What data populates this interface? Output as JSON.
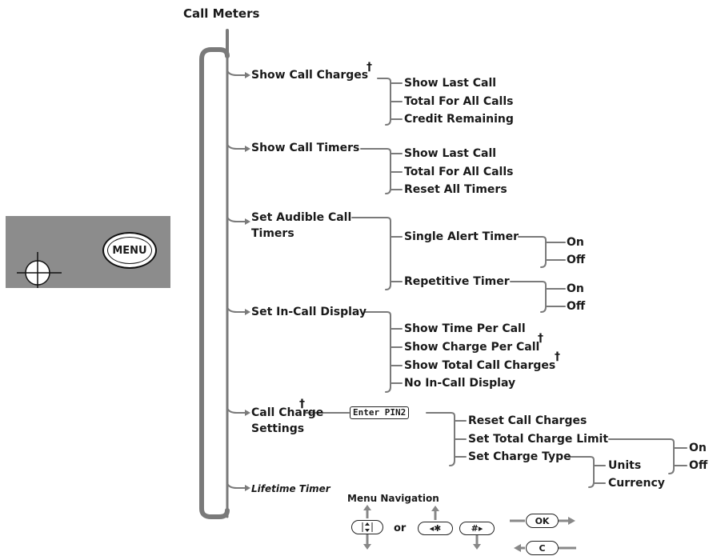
{
  "title": "Call Meters",
  "dagger": "†",
  "menu_button": "MENU",
  "level1": {
    "show_call_charges": "Show Call Charges",
    "show_call_timers": "Show Call Timers",
    "set_audible_1": "Set Audible Call",
    "set_audible_2": "Timers",
    "set_incall_display": "Set In-Call Display",
    "call_charge_1": "Call Charge",
    "call_charge_2": "Settings",
    "lifetime_timer": "Lifetime Timer"
  },
  "charges_sub": [
    "Show Last Call",
    "Total For All Calls",
    "Credit Remaining"
  ],
  "timers_sub": [
    "Show Last Call",
    "Total For All Calls",
    "Reset All Timers"
  ],
  "audible_sub": [
    "Single Alert Timer",
    "Repetitive Timer"
  ],
  "on_off": [
    "On",
    "Off"
  ],
  "incall_sub": [
    "Show Time Per Call",
    "Show Charge Per Call",
    "Show Total Call Charges",
    "No In-Call Display"
  ],
  "enter_pin": "Enter PIN2",
  "settings_sub": [
    "Reset Call Charges",
    "Set Total Charge Limit",
    "Set Charge Type"
  ],
  "charge_type_sub": [
    "Units",
    "Currency"
  ],
  "nav": {
    "title": "Menu Navigation",
    "or": "or",
    "ok": "OK",
    "c": "C",
    "star": "◂✱",
    "hash": "#▸"
  }
}
